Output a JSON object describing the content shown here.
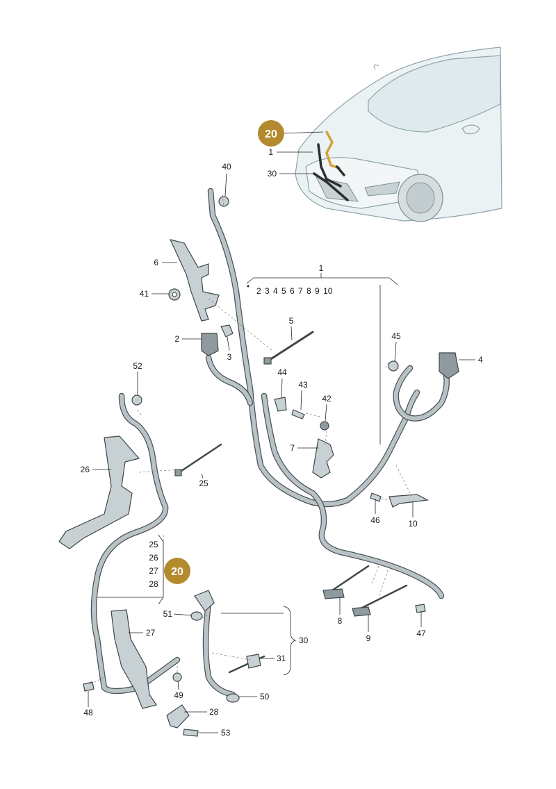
{
  "badges": {
    "top": "20",
    "left": "20"
  },
  "labels": {
    "p1_car": "1",
    "p30_car": "30",
    "p40": "40",
    "p6": "6",
    "p41": "41",
    "p1_group": "1",
    "p1_group_items": "2 3 4 5 6 7 8 9 10",
    "p2": "2",
    "p3": "3",
    "p5": "5",
    "p45": "45",
    "p4": "4",
    "p44": "44",
    "p43": "43",
    "p42": "42",
    "p7": "7",
    "p52": "52",
    "p26": "26",
    "p25": "25",
    "p46": "46",
    "p10": "10",
    "p25_list": "25",
    "p26_list": "26",
    "p27_list": "27",
    "p28_list": "28",
    "p51": "51",
    "p27": "27",
    "p8": "8",
    "p9": "9",
    "p47": "47",
    "p30": "30",
    "p31": "31",
    "p49": "49",
    "p50": "50",
    "p48": "48",
    "p28": "28",
    "p53": "53"
  },
  "colors": {
    "badge": "#b38a2e",
    "highlight": "#d4a23a"
  }
}
